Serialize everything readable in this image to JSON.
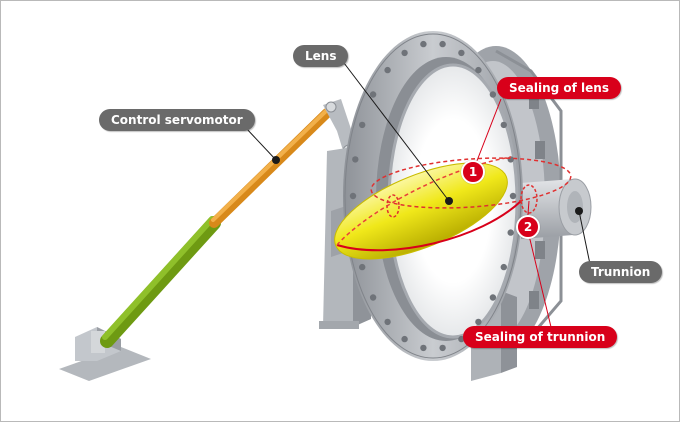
{
  "labels": {
    "lens": "Lens",
    "control_servomotor": "Control servomotor",
    "sealing_of_lens": "Sealing of lens",
    "trunnion": "Trunnion",
    "sealing_of_trunnion": "Sealing of trunnion"
  },
  "markers": {
    "one": "1",
    "two": "2"
  },
  "colors": {
    "callout_gray": "#6a6a6a",
    "callout_red": "#d8001a",
    "lens_yellow": "#f0e81a",
    "servomotor_orange": "#e89a2a",
    "servomotor_green": "#7aaa1a",
    "steel": "#a9adb3"
  }
}
